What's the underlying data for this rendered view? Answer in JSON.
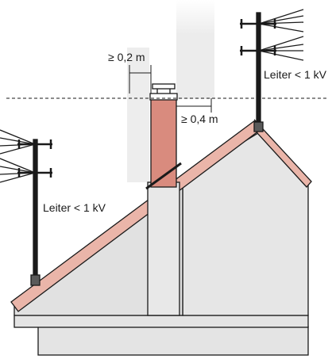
{
  "labels": {
    "clearance_top": "≥ 0,2 m",
    "clearance_side": "≥ 0,4 m",
    "conductor_right": "Leiter < 1 kV",
    "conductor_left": "Leiter < 1 kV"
  },
  "colors": {
    "chimney": "#d98b7e",
    "roof_edge": "#eab5a9",
    "wall": "#e6e6e6",
    "smoke": "#ececec",
    "line": "#1a1a1a"
  }
}
